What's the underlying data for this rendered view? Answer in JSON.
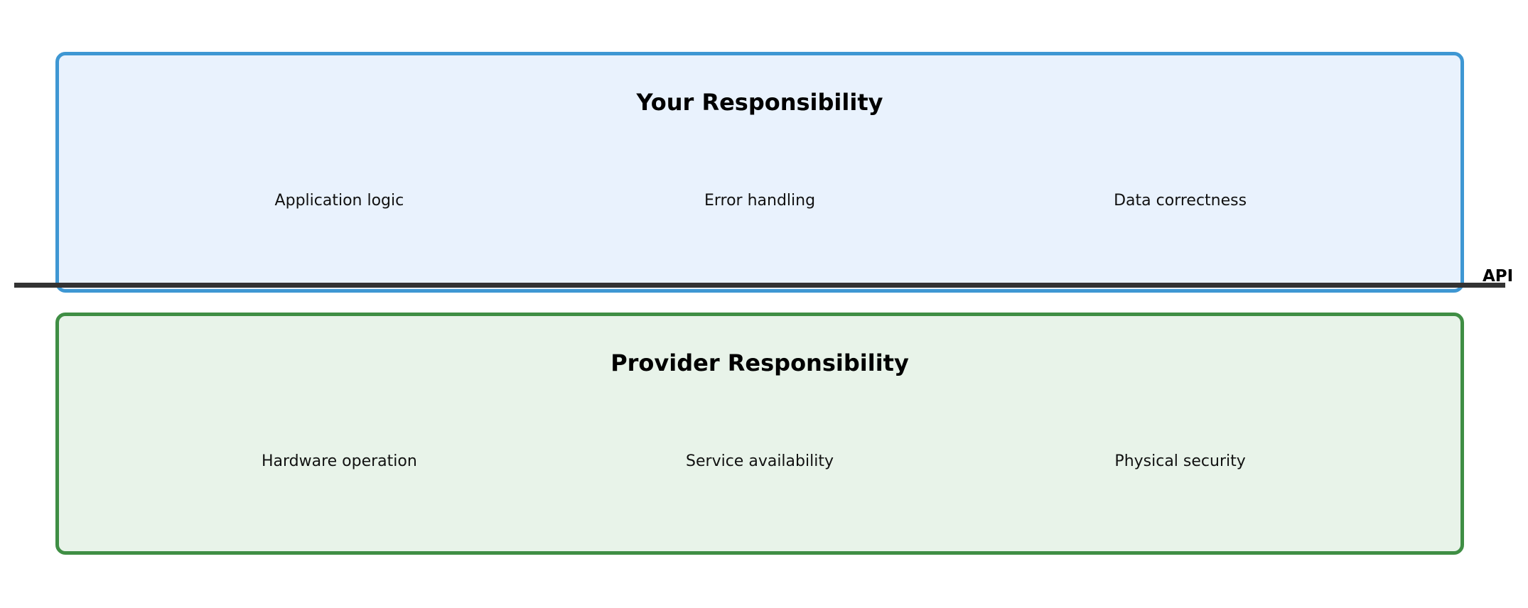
{
  "background_color": "#ffffff",
  "boxes": [
    {
      "title": "Your Responsibility",
      "items": [
        "Application logic",
        "Error handling",
        "Data correctness"
      ],
      "border_color": "#3e97d3",
      "fill_color": "#e9f2fd"
    },
    {
      "title": "Provider Responsibility",
      "items": [
        "Hardware operation",
        "Service availability",
        "Physical security"
      ],
      "border_color": "#3f8e44",
      "fill_color": "#e8f3e9"
    }
  ],
  "divider": {
    "label": "API",
    "line_color": "#333333"
  }
}
